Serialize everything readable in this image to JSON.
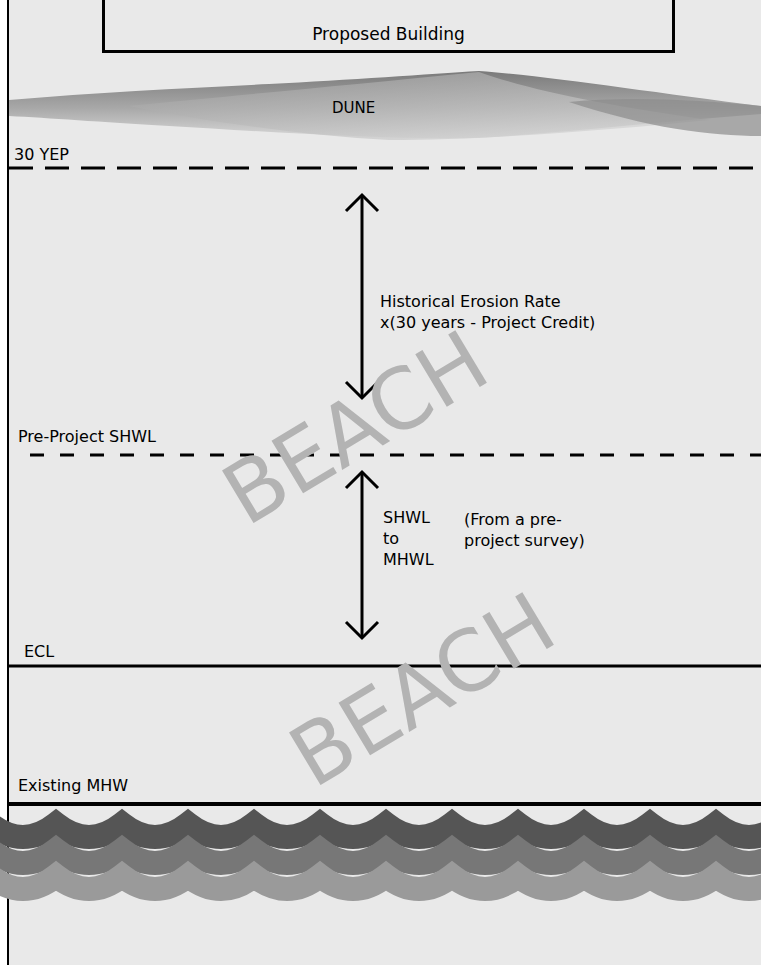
{
  "diagram": {
    "nodes": [
      {
        "text": [
          "Proposed Building"
        ]
      },
      {
        "text": [
          "DUNE"
        ]
      }
    ],
    "labels": [
      "30 YEP",
      "Historical Erosion Rate x(30 years - Project Credit)",
      "Pre-Project SHWL",
      "SHWL to MHWL",
      "(From a pre-project survey)",
      "ECL",
      "Existing MHW",
      "BEACH",
      "BEACH"
    ]
  }
}
